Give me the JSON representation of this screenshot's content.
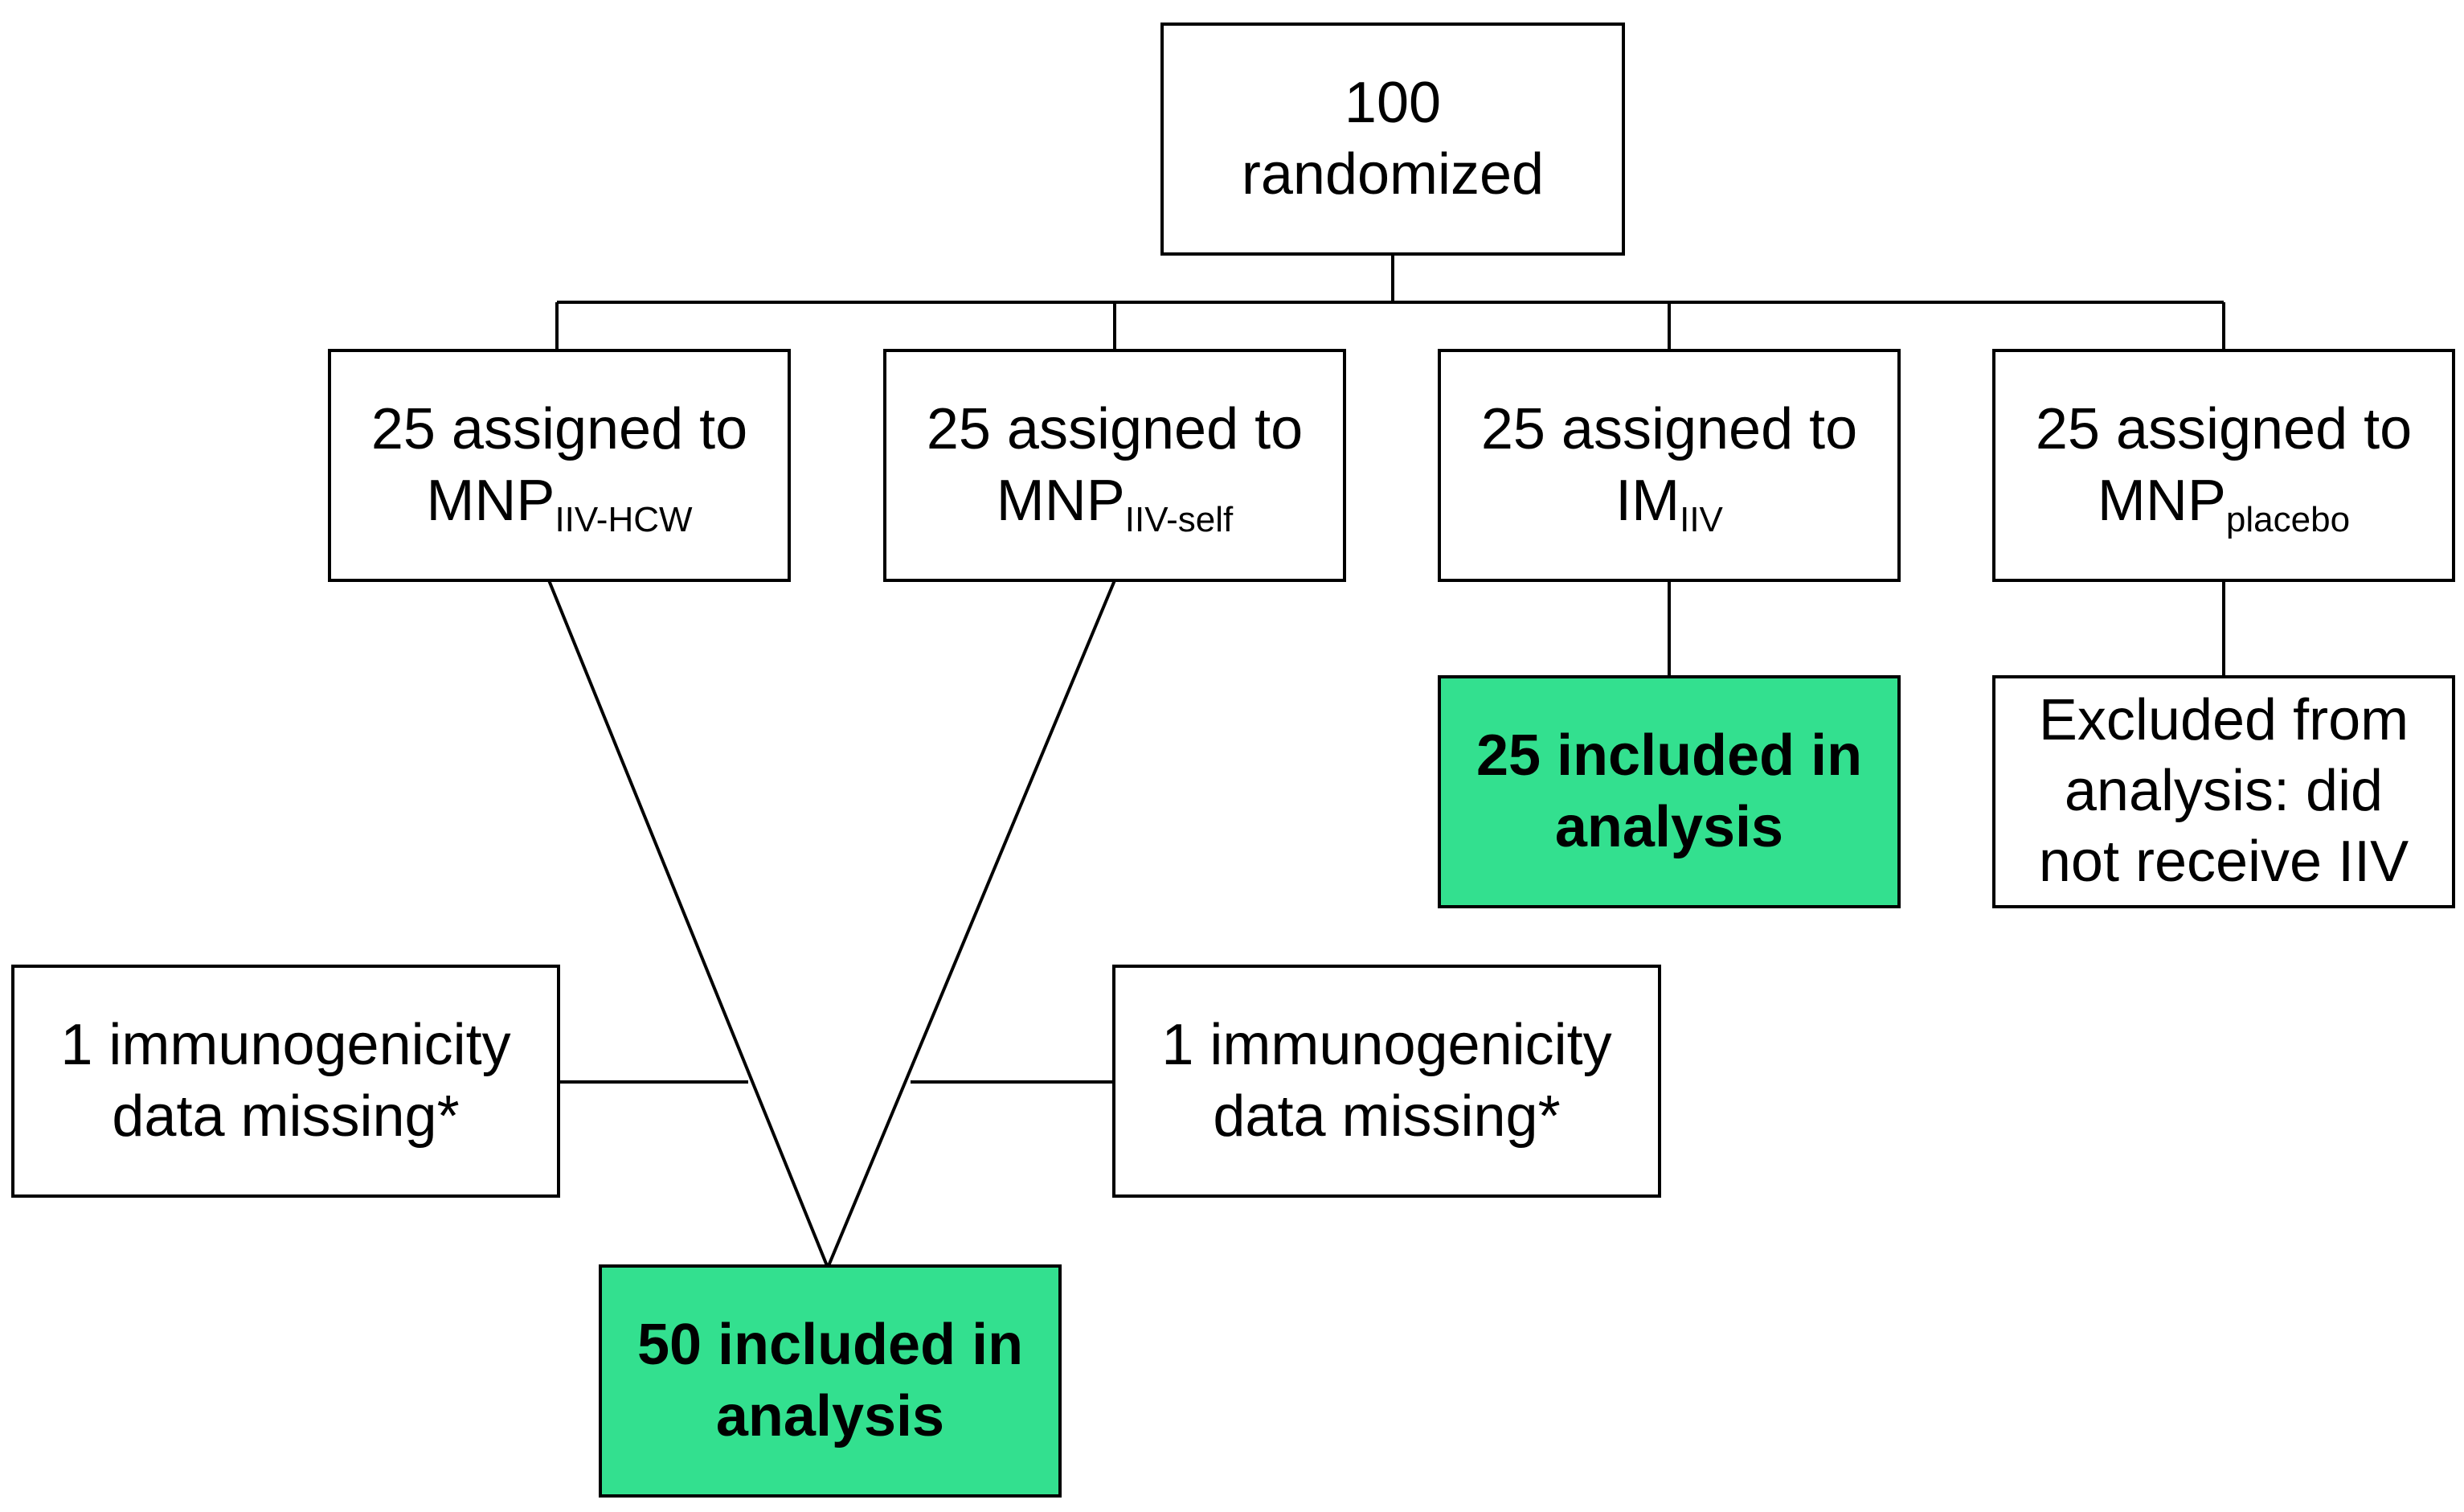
{
  "colors": {
    "line": "#000000",
    "box_fill": "#ffffff",
    "included_fill": "#33e08f"
  },
  "root": {
    "line1": "100",
    "line2": "randomized"
  },
  "arms": [
    {
      "line1": "25 assigned to",
      "main": "MNP",
      "sub": "IIV-HCW"
    },
    {
      "line1": "25 assigned to",
      "main": "MNP",
      "sub": "IIV-self"
    },
    {
      "line1": "25 assigned to",
      "main": "IM",
      "sub": "IIV"
    },
    {
      "line1": "25 assigned to",
      "main": "MNP",
      "sub": "placebo"
    }
  ],
  "missing_left": {
    "line1": "1 immunogenicity",
    "line2": "data missing*"
  },
  "missing_right": {
    "line1": "1 immunogenicity",
    "line2": "data missing*"
  },
  "included_combined": {
    "line1": "50 included in",
    "line2": "analysis"
  },
  "included_im": {
    "line1": "25 included in",
    "line2": "analysis"
  },
  "excluded_placebo": {
    "line1": "Excluded from",
    "line2": "analysis: did",
    "line3": "not receive IIV"
  }
}
